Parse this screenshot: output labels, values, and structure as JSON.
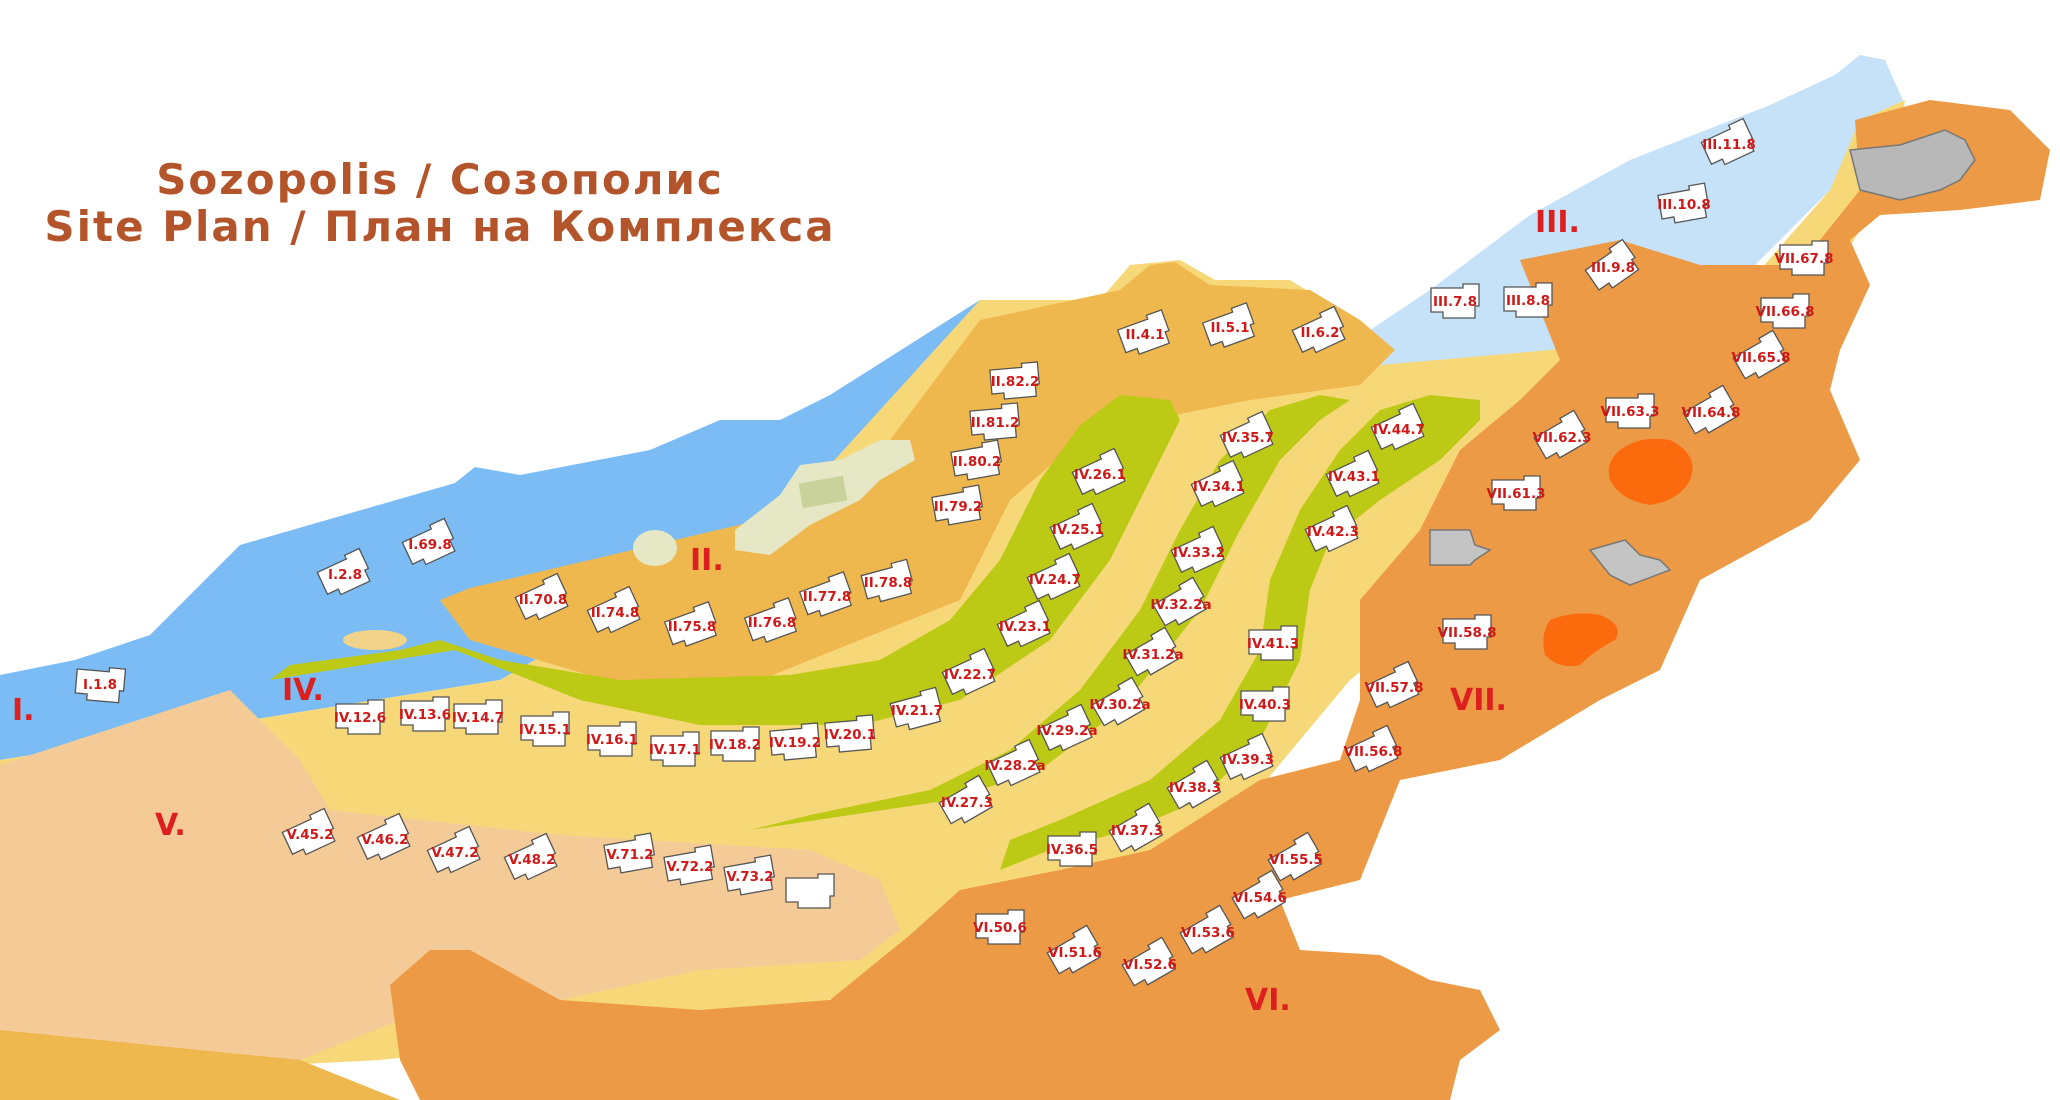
{
  "header": {
    "title_line1": "Sozopolis / Созополис",
    "title_line2": "Site Plan / План на Комплекса"
  },
  "colors": {
    "sea": "#7bbcf5",
    "lake": "#c5e2f8",
    "sand": "#f7d879",
    "zone_ii": "#efb84f",
    "green": "#bcca15",
    "zone_v": "#f4cb96",
    "zone_vi": "#ec9a45",
    "pond": "#fb6a0c",
    "label_red": "#dd1f1f",
    "title_brown": "#b4542b"
  },
  "zones": [
    {
      "id": "z-i",
      "label": "I."
    },
    {
      "id": "z-ii",
      "label": "II."
    },
    {
      "id": "z-iii",
      "label": "III."
    },
    {
      "id": "z-iv",
      "label": "IV."
    },
    {
      "id": "z-v",
      "label": "V."
    },
    {
      "id": "z-vi",
      "label": "VI."
    },
    {
      "id": "z-vii",
      "label": "VII."
    }
  ],
  "lots": [
    {
      "label": "I.1.8"
    },
    {
      "label": "I.2.8"
    },
    {
      "label": "I.69.8"
    },
    {
      "label": "II.4.1"
    },
    {
      "label": "II.5.1"
    },
    {
      "label": "II.6.2"
    },
    {
      "label": "II.82.2"
    },
    {
      "label": "II.81.2"
    },
    {
      "label": "II.80.2"
    },
    {
      "label": "II.79.2"
    },
    {
      "label": "II.70.8"
    },
    {
      "label": "II.74.8"
    },
    {
      "label": "II.75.8"
    },
    {
      "label": "II.76.8"
    },
    {
      "label": "II.77.8"
    },
    {
      "label": "II.78.8"
    },
    {
      "label": "III.7.8"
    },
    {
      "label": "III.8.8"
    },
    {
      "label": "III.9.8"
    },
    {
      "label": "III.10.8"
    },
    {
      "label": "III.11.8"
    },
    {
      "label": "IV.12.6"
    },
    {
      "label": "IV.13.6"
    },
    {
      "label": "IV.14.7"
    },
    {
      "label": "IV.15.1"
    },
    {
      "label": "IV.16.1"
    },
    {
      "label": "IV.17.1"
    },
    {
      "label": "IV.18.2"
    },
    {
      "label": "IV.19.2"
    },
    {
      "label": "IV.20.1"
    },
    {
      "label": "IV.21.7"
    },
    {
      "label": "IV.22.7"
    },
    {
      "label": "IV.23.1"
    },
    {
      "label": "IV.24.7"
    },
    {
      "label": "IV.25.1"
    },
    {
      "label": "IV.26.1"
    },
    {
      "label": "IV.27.3"
    },
    {
      "label": "IV.28.2a"
    },
    {
      "label": "IV.29.2a"
    },
    {
      "label": "IV.30.2a"
    },
    {
      "label": "IV.31.2a"
    },
    {
      "label": "IV.32.2a"
    },
    {
      "label": "IV.33.2"
    },
    {
      "label": "IV.34.1"
    },
    {
      "label": "IV.35.7"
    },
    {
      "label": "IV.36.5"
    },
    {
      "label": "IV.37.3"
    },
    {
      "label": "IV.38.3"
    },
    {
      "label": "IV.39.3"
    },
    {
      "label": "IV.40.3"
    },
    {
      "label": "IV.41.3"
    },
    {
      "label": "IV.42.3"
    },
    {
      "label": "IV.43.1"
    },
    {
      "label": "IV.44.7"
    },
    {
      "label": "V.45.2"
    },
    {
      "label": "V.46.2"
    },
    {
      "label": "V.47.2"
    },
    {
      "label": "V.48.2"
    },
    {
      "label": "V.71.2"
    },
    {
      "label": "V.72.2"
    },
    {
      "label": "V.73.2"
    },
    {
      "label": "VI.50.6"
    },
    {
      "label": "VI.51.6"
    },
    {
      "label": "VI.52.6"
    },
    {
      "label": "VI.53.6"
    },
    {
      "label": "VI.54.6"
    },
    {
      "label": "VI.55.5"
    },
    {
      "label": "VII.56.8"
    },
    {
      "label": "VII.57.8"
    },
    {
      "label": "VII.58.8"
    },
    {
      "label": "VII.61.3"
    },
    {
      "label": "VII.62.3"
    },
    {
      "label": "VII.63.3"
    },
    {
      "label": "VII.64.8"
    },
    {
      "label": "VII.65.8"
    },
    {
      "label": "VII.66.8"
    },
    {
      "label": "VII.67.8"
    },
    {
      "label": ""
    }
  ]
}
